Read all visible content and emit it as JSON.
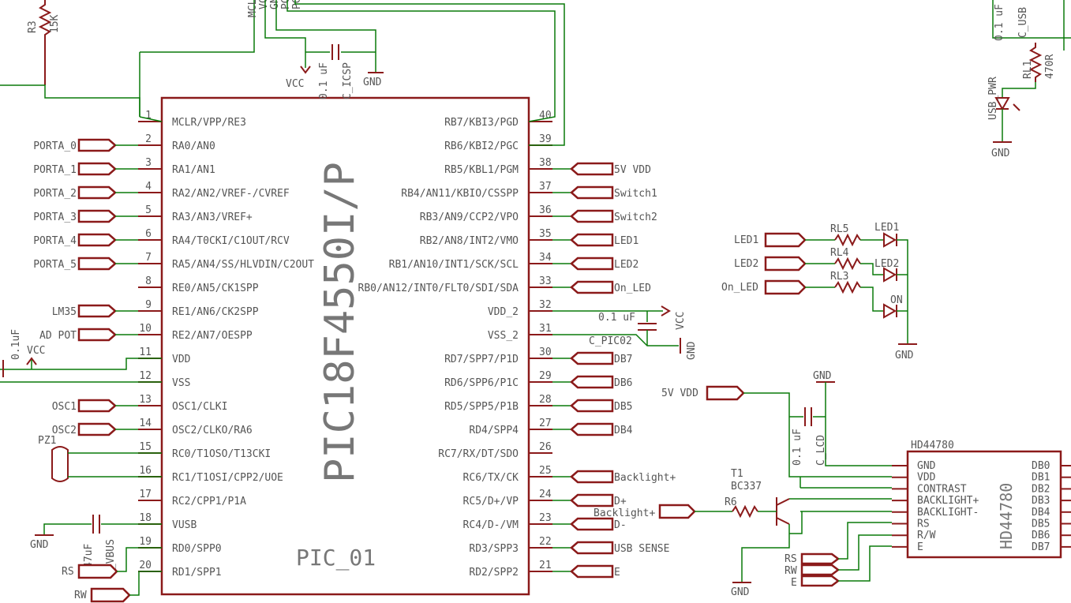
{
  "chip": {
    "part": "PIC18F4550I/P",
    "name": "PIC_01",
    "left_pins": [
      {
        "n": "1",
        "label": "MCLR/VPP/RE3"
      },
      {
        "n": "2",
        "label": "RA0/AN0"
      },
      {
        "n": "3",
        "label": "RA1/AN1"
      },
      {
        "n": "4",
        "label": "RA2/AN2/VREF-/CVREF"
      },
      {
        "n": "5",
        "label": "RA3/AN3/VREF+"
      },
      {
        "n": "6",
        "label": "RA4/T0CKI/C1OUT/RCV"
      },
      {
        "n": "7",
        "label": "RA5/AN4/SS/HLVDIN/C2OUT"
      },
      {
        "n": "8",
        "label": "RE0/AN5/CK1SPP"
      },
      {
        "n": "9",
        "label": "RE1/AN6/CK2SPP"
      },
      {
        "n": "10",
        "label": "RE2/AN7/OESPP"
      },
      {
        "n": "11",
        "label": "VDD"
      },
      {
        "n": "12",
        "label": "VSS"
      },
      {
        "n": "13",
        "label": "OSC1/CLKI"
      },
      {
        "n": "14",
        "label": "OSC2/CLKO/RA6"
      },
      {
        "n": "15",
        "label": "RC0/T1OSO/T13CKI"
      },
      {
        "n": "16",
        "label": "RC1/T1OSI/CPP2/UOE"
      },
      {
        "n": "17",
        "label": "RC2/CPP1/P1A"
      },
      {
        "n": "18",
        "label": "VUSB"
      },
      {
        "n": "19",
        "label": "RD0/SPP0"
      },
      {
        "n": "20",
        "label": "RD1/SPP1"
      }
    ],
    "right_pins": [
      {
        "n": "40",
        "label": "RB7/KBI3/PGD"
      },
      {
        "n": "39",
        "label": "RB6/KBI2/PGC"
      },
      {
        "n": "38",
        "label": "RB5/KBL1/PGM"
      },
      {
        "n": "37",
        "label": "RB4/AN11/KBIO/CSSPP"
      },
      {
        "n": "36",
        "label": "RB3/AN9/CCP2/VPO"
      },
      {
        "n": "35",
        "label": "RB2/AN8/INT2/VMO"
      },
      {
        "n": "34",
        "label": "RB1/AN10/INT1/SCK/SCL"
      },
      {
        "n": "33",
        "label": "RB0/AN12/INT0/FLT0/SDI/SDA"
      },
      {
        "n": "32",
        "label": "VDD_2"
      },
      {
        "n": "31",
        "label": "VSS_2"
      },
      {
        "n": "30",
        "label": "RD7/SPP7/P1D"
      },
      {
        "n": "29",
        "label": "RD6/SPP6/P1C"
      },
      {
        "n": "28",
        "label": "RD5/SPP5/P1B"
      },
      {
        "n": "27",
        "label": "RD4/SPP4"
      },
      {
        "n": "26",
        "label": "RC7/RX/DT/SDO"
      },
      {
        "n": "25",
        "label": "RC6/TX/CK"
      },
      {
        "n": "24",
        "label": "RC5/D+/VP"
      },
      {
        "n": "23",
        "label": "RC4/D-/VM"
      },
      {
        "n": "22",
        "label": "RD3/SPP3"
      },
      {
        "n": "21",
        "label": "RD2/SPP2"
      }
    ]
  },
  "left_ports": [
    {
      "pin": 2,
      "label": "PORTA_0"
    },
    {
      "pin": 3,
      "label": "PORTA_1"
    },
    {
      "pin": 4,
      "label": "PORTA_2"
    },
    {
      "pin": 5,
      "label": "PORTA_3"
    },
    {
      "pin": 6,
      "label": "PORTA_4"
    },
    {
      "pin": 7,
      "label": "PORTA_5"
    },
    {
      "pin": 9,
      "label": "LM35"
    },
    {
      "pin": 10,
      "label": "AD POT"
    },
    {
      "pin": 13,
      "label": "OSC1"
    },
    {
      "pin": 14,
      "label": "OSC2"
    }
  ],
  "right_ports": [
    {
      "pin": 38,
      "label": "5V VDD"
    },
    {
      "pin": 37,
      "label": "Switch1"
    },
    {
      "pin": 36,
      "label": "Switch2"
    },
    {
      "pin": 35,
      "label": "LED1"
    },
    {
      "pin": 34,
      "label": "LED2"
    },
    {
      "pin": 33,
      "label": "On_LED"
    },
    {
      "pin": 30,
      "label": "DB7"
    },
    {
      "pin": 29,
      "label": "DB6"
    },
    {
      "pin": 28,
      "label": "DB5"
    },
    {
      "pin": 27,
      "label": "DB4"
    },
    {
      "pin": 25,
      "label": "Backlight+"
    },
    {
      "pin": 24,
      "label": "D+"
    },
    {
      "pin": 23,
      "label": "D-"
    },
    {
      "pin": 22,
      "label": "USB SENSE"
    },
    {
      "pin": 21,
      "label": "E"
    }
  ],
  "labels": {
    "r3_name": "R3",
    "r3_value": "15K",
    "icsp_mclr": "MCLR",
    "icsp_vcc": "VCC",
    "icsp_gnd": "GND",
    "icsp_pgd": "PGD",
    "icsp_pgc": "PGC",
    "vcc": "VCC",
    "gnd": "GND",
    "c_icsp_value": "0.1 uF",
    "c_icsp_name": "C_ICSP",
    "c_pic02_value": "0.1 uF",
    "c_pic02_name": "C_PIC02",
    "c_left_value": "0.1uF",
    "pz1": "PZ1",
    "c_vbus_value": "47uF",
    "c_vbus_name": "C_VBUS",
    "rs": "RS",
    "rw": "RW",
    "e": "E",
    "c_usb_value": "0.1 uF",
    "c_usb_name": "C_USB",
    "rl1_name": "RL1",
    "rl1_value": "470R",
    "usb_pwr": "USB_PWR",
    "led1": "LED1",
    "led2": "LED2",
    "on_led": "On_LED",
    "rl5": "RL5",
    "rl4": "RL4",
    "rl3": "RL3",
    "d_led1": "LED1",
    "d_led2": "LED2",
    "d_on": "ON",
    "five_v_vdd": "5V VDD",
    "c_lcd_value": "0.1 uF",
    "c_lcd_name": "C_LCD",
    "t1_name": "T1",
    "t1_part": "BC337",
    "r6": "R6",
    "backlight_plus": "Backlight+"
  },
  "lcd": {
    "title": "HD44780",
    "part": "HD44780",
    "left_pins": [
      "GND",
      "VDD",
      "CONTRAST",
      "BACKLIGHT+",
      "BACKLIGHT-",
      "RS",
      "R/W",
      "E"
    ],
    "right_pins": [
      "DB0",
      "DB1",
      "DB2",
      "DB3",
      "DB4",
      "DB5",
      "DB6",
      "DB7"
    ]
  }
}
